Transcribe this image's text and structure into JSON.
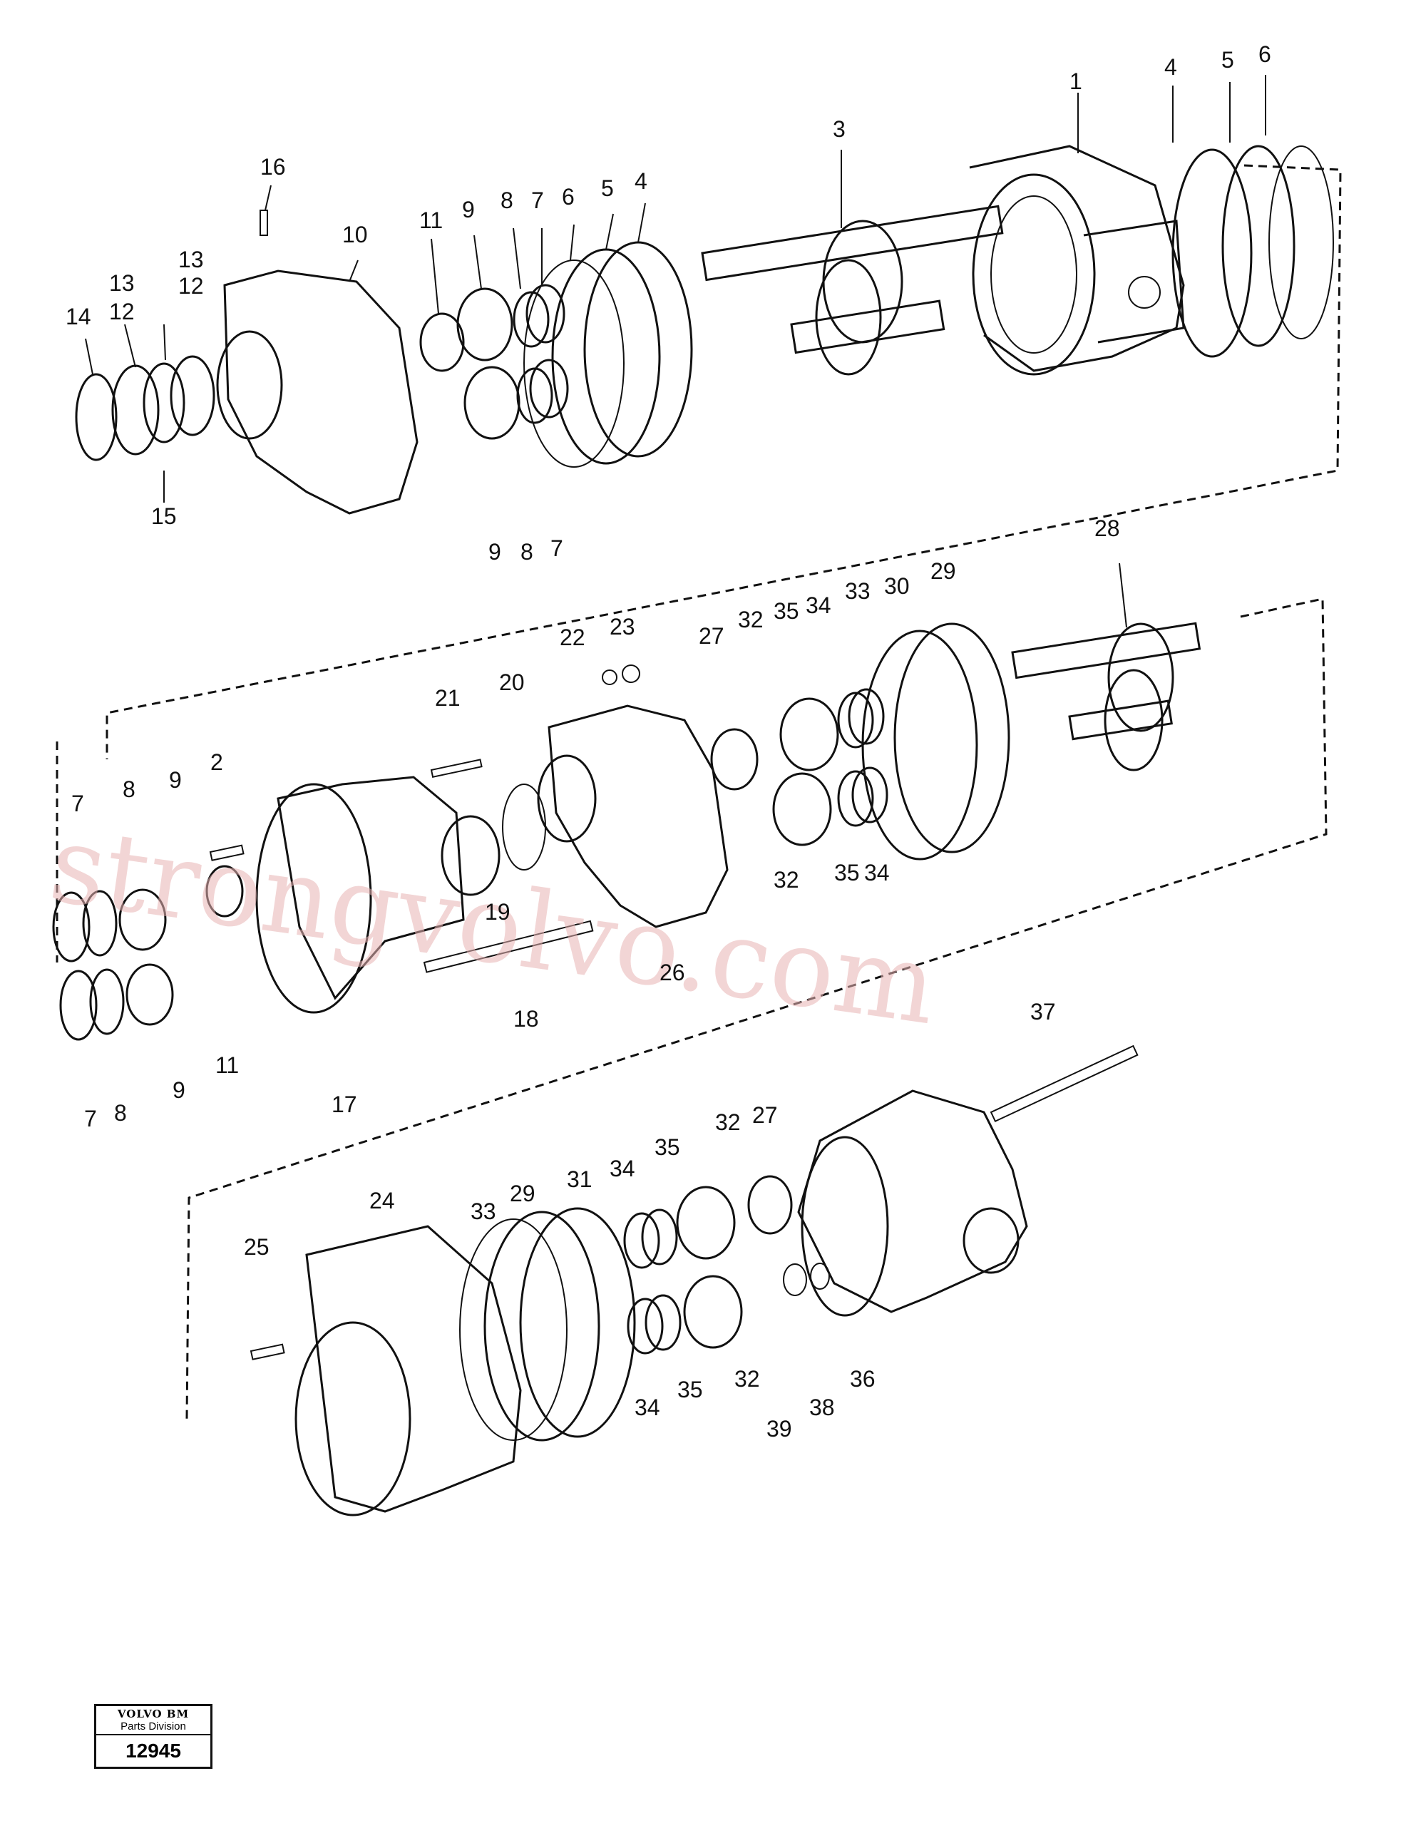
{
  "watermark": "strongvolvo.com",
  "logo": {
    "brand": "VOLVO BM",
    "division": "Parts Division",
    "number": "12945"
  },
  "labels": [
    {
      "id": "l1",
      "text": "1"
    },
    {
      "id": "l2",
      "text": "2"
    },
    {
      "id": "l3",
      "text": "3"
    },
    {
      "id": "l4a",
      "text": "4"
    },
    {
      "id": "l4b",
      "text": "4"
    },
    {
      "id": "l5a",
      "text": "5"
    },
    {
      "id": "l5b",
      "text": "5"
    },
    {
      "id": "l6a",
      "text": "6"
    },
    {
      "id": "l6b",
      "text": "6"
    },
    {
      "id": "l7a",
      "text": "7"
    },
    {
      "id": "l7b",
      "text": "7"
    },
    {
      "id": "l7c",
      "text": "7"
    },
    {
      "id": "l7d",
      "text": "7"
    },
    {
      "id": "l8a",
      "text": "8"
    },
    {
      "id": "l8b",
      "text": "8"
    },
    {
      "id": "l8c",
      "text": "8"
    },
    {
      "id": "l8d",
      "text": "8"
    },
    {
      "id": "l9a",
      "text": "9"
    },
    {
      "id": "l9b",
      "text": "9"
    },
    {
      "id": "l9c",
      "text": "9"
    },
    {
      "id": "l9d",
      "text": "9"
    },
    {
      "id": "l10",
      "text": "10"
    },
    {
      "id": "l11a",
      "text": "11"
    },
    {
      "id": "l11b",
      "text": "11"
    },
    {
      "id": "l12a",
      "text": "12"
    },
    {
      "id": "l12b",
      "text": "12"
    },
    {
      "id": "l13a",
      "text": "13"
    },
    {
      "id": "l13b",
      "text": "13"
    },
    {
      "id": "l14",
      "text": "14"
    },
    {
      "id": "l15",
      "text": "15"
    },
    {
      "id": "l16",
      "text": "16"
    },
    {
      "id": "l17",
      "text": "17"
    },
    {
      "id": "l18",
      "text": "18"
    },
    {
      "id": "l19",
      "text": "19"
    },
    {
      "id": "l20",
      "text": "20"
    },
    {
      "id": "l21",
      "text": "21"
    },
    {
      "id": "l22",
      "text": "22"
    },
    {
      "id": "l23",
      "text": "23"
    },
    {
      "id": "l24",
      "text": "24"
    },
    {
      "id": "l25",
      "text": "25"
    },
    {
      "id": "l26",
      "text": "26"
    },
    {
      "id": "l27a",
      "text": "27"
    },
    {
      "id": "l27b",
      "text": "27"
    },
    {
      "id": "l28",
      "text": "28"
    },
    {
      "id": "l29a",
      "text": "29"
    },
    {
      "id": "l29b",
      "text": "29"
    },
    {
      "id": "l30",
      "text": "30"
    },
    {
      "id": "l31",
      "text": "31"
    },
    {
      "id": "l32a",
      "text": "32"
    },
    {
      "id": "l32b",
      "text": "32"
    },
    {
      "id": "l32c",
      "text": "32"
    },
    {
      "id": "l32d",
      "text": "32"
    },
    {
      "id": "l33a",
      "text": "33"
    },
    {
      "id": "l33b",
      "text": "33"
    },
    {
      "id": "l34a",
      "text": "34"
    },
    {
      "id": "l34b",
      "text": "34"
    },
    {
      "id": "l34c",
      "text": "34"
    },
    {
      "id": "l34d",
      "text": "34"
    },
    {
      "id": "l35a",
      "text": "35"
    },
    {
      "id": "l35b",
      "text": "35"
    },
    {
      "id": "l35c",
      "text": "35"
    },
    {
      "id": "l35d",
      "text": "35"
    },
    {
      "id": "l36",
      "text": "36"
    },
    {
      "id": "l37",
      "text": "37"
    },
    {
      "id": "l38",
      "text": "38"
    },
    {
      "id": "l39",
      "text": "39"
    }
  ]
}
